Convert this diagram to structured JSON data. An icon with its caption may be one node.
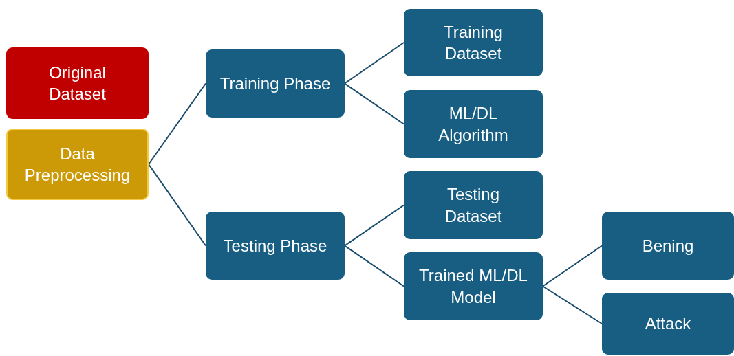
{
  "diagram": {
    "nodes": [
      {
        "text": [
          "Original Dataset"
        ]
      },
      {
        "text": [
          "Data Preprocessing"
        ]
      },
      {
        "text": [
          "Training Phase"
        ]
      },
      {
        "text": [
          "Testing Phase"
        ]
      },
      {
        "text": [
          "Training Dataset"
        ]
      },
      {
        "text": [
          "ML/DL Algorithm"
        ]
      },
      {
        "text": [
          "Testing Dataset"
        ]
      },
      {
        "text": [
          "Trained ML/DL Model"
        ]
      },
      {
        "text": [
          "Bening"
        ]
      },
      {
        "text": [
          "Attack"
        ]
      }
    ],
    "edges": [
      {
        "from": 1,
        "to": 2,
        "arrow": "none"
      },
      {
        "from": 1,
        "to": 3,
        "arrow": "none"
      },
      {
        "from": 2,
        "to": 4,
        "arrow": "none"
      },
      {
        "from": 2,
        "to": 5,
        "arrow": "none"
      },
      {
        "from": 3,
        "to": 6,
        "arrow": "none"
      },
      {
        "from": 3,
        "to": 7,
        "arrow": "none"
      },
      {
        "from": 7,
        "to": 8,
        "arrow": "none"
      },
      {
        "from": 7,
        "to": 9,
        "arrow": "none"
      }
    ]
  }
}
